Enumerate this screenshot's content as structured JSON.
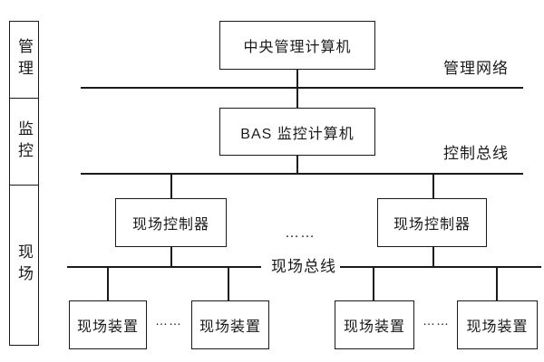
{
  "diagram": {
    "title_implicit": "BAS 系统结构图",
    "sidebar": {
      "levels": [
        {
          "label": "管理"
        },
        {
          "label": "监控"
        },
        {
          "label": "现场"
        }
      ]
    },
    "nodes": {
      "central_computer": "中央管理计算机",
      "bas_computer": "BAS 监控计算机",
      "controller_left": "现场控制器",
      "controller_right": "现场控制器",
      "device_1": "现场装置",
      "device_2": "现场装置",
      "device_3": "现场装置",
      "device_4": "现场装置"
    },
    "bus_labels": {
      "management_network": "管理网络",
      "control_bus": "控制总线",
      "field_bus": "现场总线"
    },
    "ellipsis": {
      "between_controllers": "……",
      "between_devices_left": "……",
      "between_devices_right": "……"
    },
    "colors": {
      "line": "#1a1a1a",
      "text": "#1a1a1a",
      "background": "#ffffff"
    }
  }
}
